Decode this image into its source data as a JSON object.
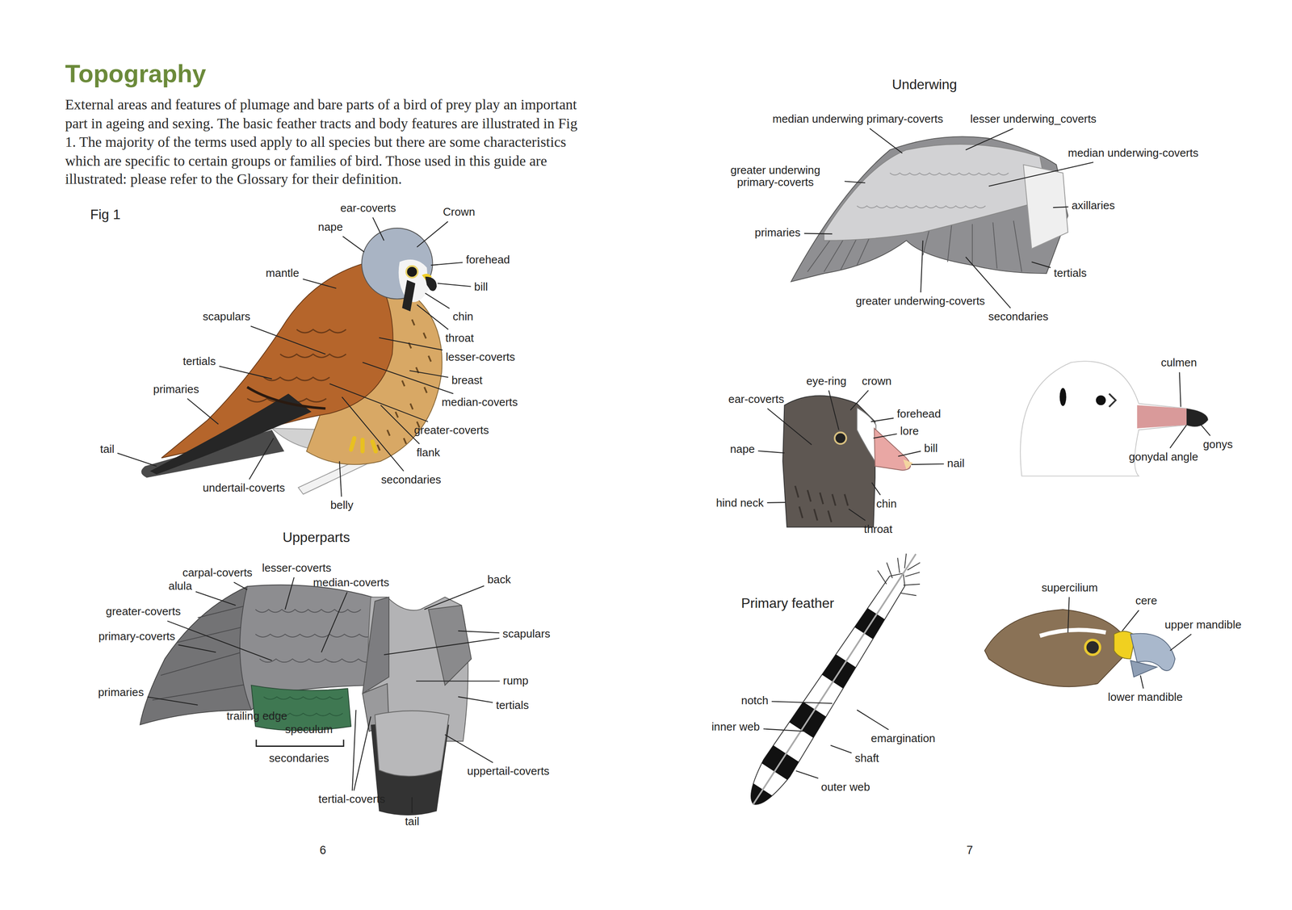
{
  "diagram": {
    "title": "Topography",
    "labels": [
      "External areas and features of plumage and bare parts of a bird of prey play an important part in ageing and sexing. The basic feather tracts and body features are illustrated in Fig 1. The majority of the terms used apply to all species but there are some characteristics which are specific to certain groups or families of bird. Those used in this guide are illustrated: please refer to the Glossary for their definition.",
      "Fig 1",
      "ear-coverts",
      "Crown",
      "nape",
      "forehead",
      "mantle",
      "bill",
      "scapulars",
      "chin",
      "throat",
      "lesser-coverts",
      "tertials",
      "breast",
      "primaries",
      "median-coverts",
      "greater-coverts",
      "flank",
      "tail",
      "secondaries",
      "undertail-coverts",
      "belly",
      "Upperparts",
      "carpal-coverts",
      "lesser-coverts",
      "alula",
      "median-coverts",
      "back",
      "greater-coverts",
      "primary-coverts",
      "scapulars",
      "primaries",
      "rump",
      "tertials",
      "trailing edge",
      "speculum",
      "secondaries",
      "uppertail-coverts",
      "tertial-coverts",
      "tail",
      "6",
      "Underwing",
      "median underwing primary-coverts",
      "lesser underwing_coverts",
      "median underwing-coverts",
      "greater underwing primary-coverts",
      "axillaries",
      "primaries",
      "tertials",
      "greater underwing-coverts",
      "secondaries",
      "eye-ring",
      "crown",
      "ear-coverts",
      "forehead",
      "lore",
      "bill",
      "nape",
      "nail",
      "hind neck",
      "chin",
      "throat",
      "culmen",
      "gonys",
      "gonydal angle",
      "Primary feather",
      "notch",
      "inner web",
      "emargination",
      "shaft",
      "outer web",
      "supercilium",
      "cere",
      "upper mandible",
      "lower mandible",
      "7"
    ]
  }
}
